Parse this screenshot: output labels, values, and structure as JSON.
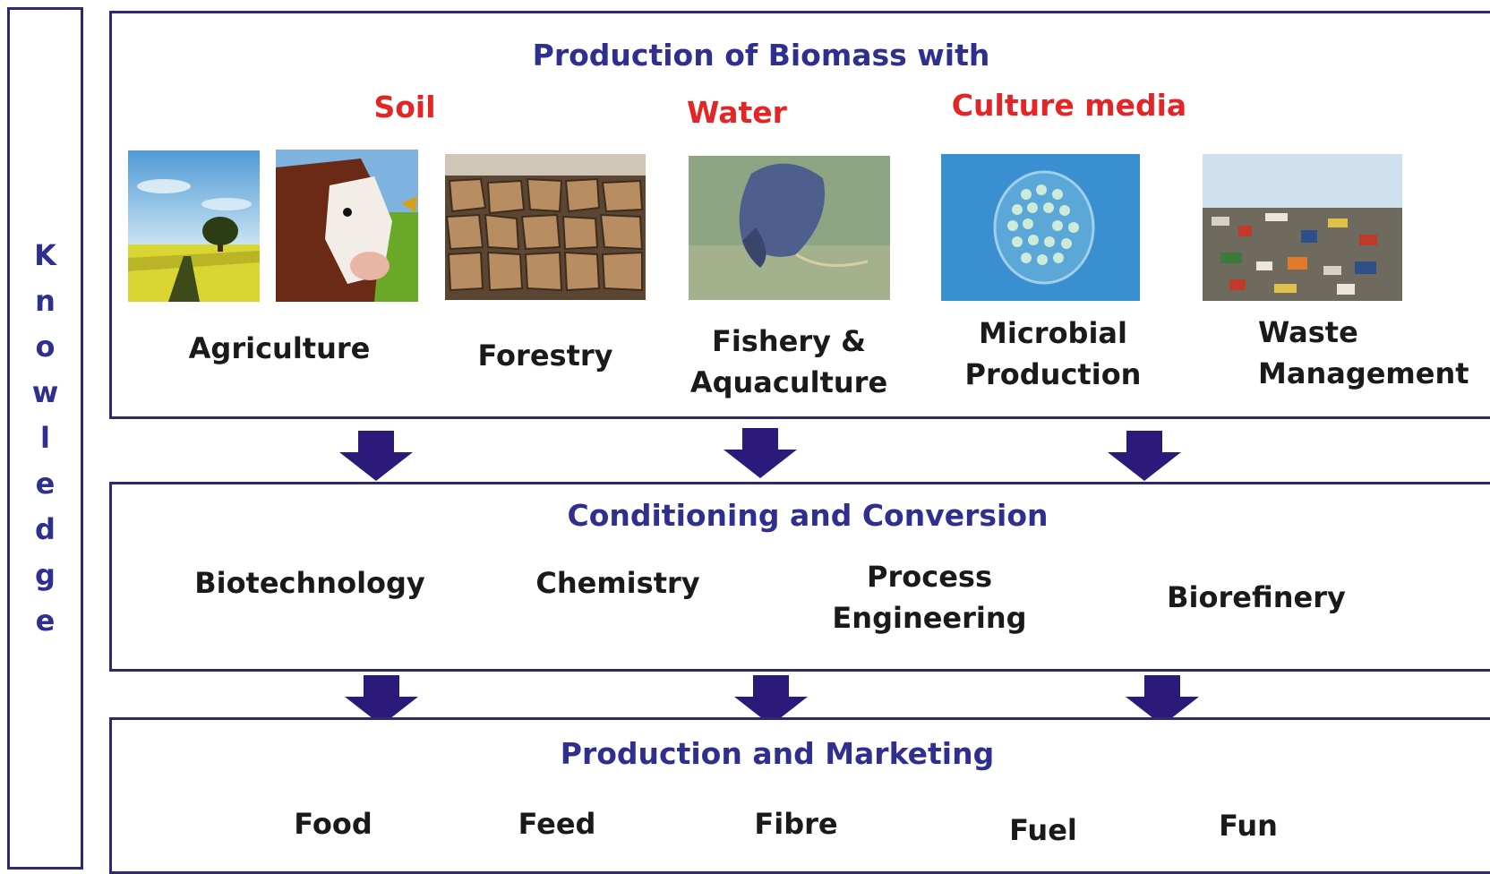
{
  "knowledge": {
    "label": "Knowledge",
    "letters": [
      "K",
      "n",
      "o",
      "w",
      "l",
      "e",
      "d",
      "g",
      "e"
    ]
  },
  "production_box": {
    "title": "Production of Biomass with",
    "media": [
      "Soil",
      "Water",
      "Culture media"
    ],
    "categories": [
      "Agriculture",
      "Forestry",
      "Fishery &\nAquaculture",
      "Microbial\nProduction",
      "Waste\nManagement"
    ],
    "photos": [
      "field-photo",
      "cow-photo",
      "firewood-photo",
      "fish-photo",
      "microbe-photo",
      "waste-photo"
    ]
  },
  "conversion_box": {
    "title": "Conditioning and Conversion",
    "items": [
      "Biotechnology",
      "Chemistry",
      "Process\nEngineering",
      "Biorefinery"
    ]
  },
  "marketing_box": {
    "title": "Production and Marketing",
    "items": [
      "Food",
      "Feed",
      "Fibre",
      "Fuel",
      "Fun"
    ]
  },
  "colors": {
    "border": "#2e2a6e",
    "heading": "#2f2f8f",
    "medium": "#e32525",
    "arrow": "#2b1a7a"
  }
}
